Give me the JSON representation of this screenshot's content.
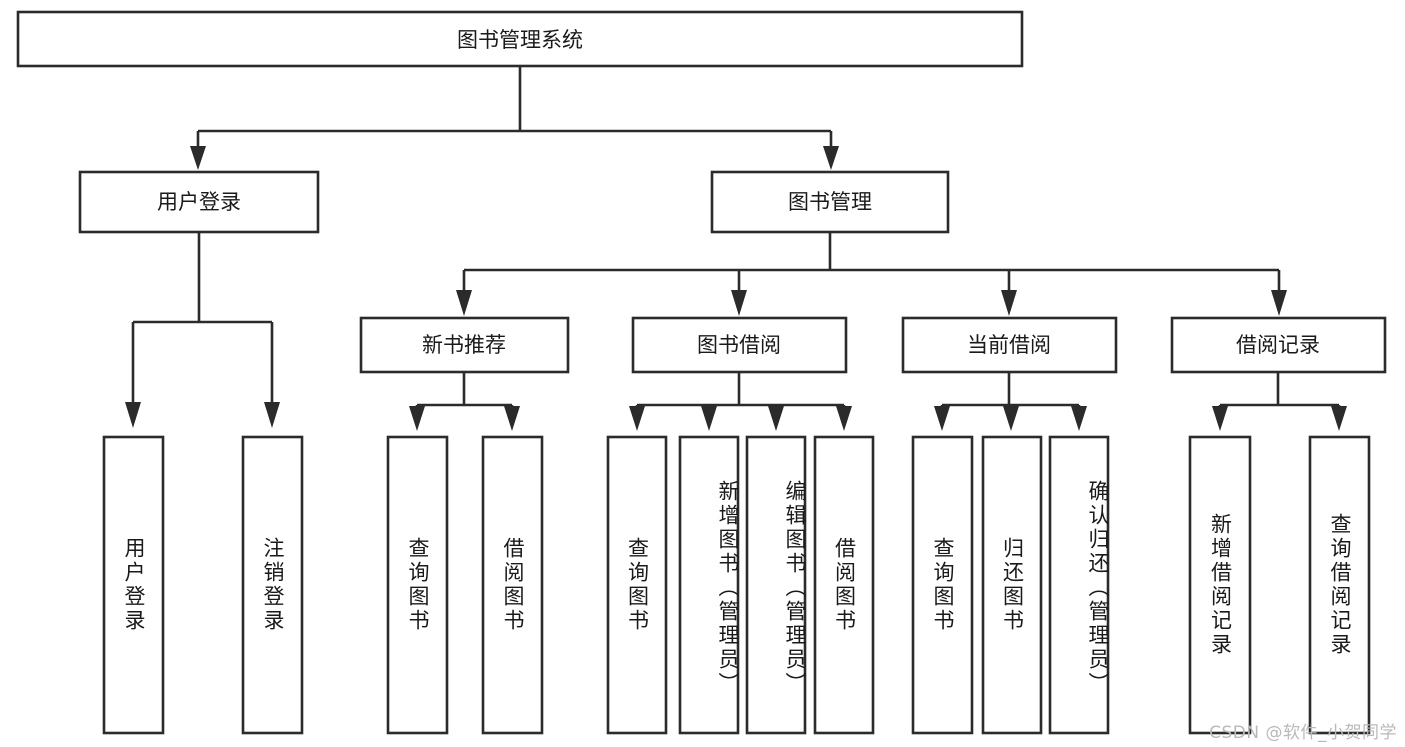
{
  "diagram": {
    "title": "图书管理系统",
    "type": "tree-hierarchy-chart",
    "orientation": "top-down",
    "root": {
      "id": "root",
      "label": "图书管理系统"
    },
    "level2": [
      {
        "id": "user-login",
        "label": "用户登录"
      },
      {
        "id": "book-manage",
        "label": "图书管理"
      }
    ],
    "level3": [
      {
        "id": "new-book-recommend",
        "label": "新书推荐",
        "parent": "book-manage"
      },
      {
        "id": "book-borrow",
        "label": "图书借阅",
        "parent": "book-manage"
      },
      {
        "id": "current-borrow",
        "label": "当前借阅",
        "parent": "book-manage"
      },
      {
        "id": "borrow-record",
        "label": "借阅记录",
        "parent": "book-manage"
      }
    ],
    "leaves": [
      {
        "id": "leaf-user-login",
        "label": "用户登录",
        "parent": "user-login"
      },
      {
        "id": "leaf-logout-login",
        "label": "注销登录",
        "parent": "user-login"
      },
      {
        "id": "leaf-query-book-1",
        "label": "查询图书",
        "parent": "new-book-recommend"
      },
      {
        "id": "leaf-borrow-book-1",
        "label": "借阅图书",
        "parent": "new-book-recommend"
      },
      {
        "id": "leaf-query-book-2",
        "label": "查询图书",
        "parent": "book-borrow"
      },
      {
        "id": "leaf-add-book",
        "label": "新增图书（管理员）",
        "parent": "book-borrow"
      },
      {
        "id": "leaf-edit-book",
        "label": "编辑图书（管理员）",
        "parent": "book-borrow"
      },
      {
        "id": "leaf-borrow-book-2",
        "label": "借阅图书",
        "parent": "book-borrow"
      },
      {
        "id": "leaf-query-book-3",
        "label": "查询图书",
        "parent": "current-borrow"
      },
      {
        "id": "leaf-return-book",
        "label": "归还图书",
        "parent": "current-borrow"
      },
      {
        "id": "leaf-confirm-return",
        "label": "确认归还（管理员）",
        "parent": "current-borrow"
      },
      {
        "id": "leaf-add-record",
        "label": "新增借阅记录",
        "parent": "borrow-record"
      },
      {
        "id": "leaf-query-record",
        "label": "查询借阅记录",
        "parent": "borrow-record"
      }
    ]
  },
  "watermark": {
    "text": "CSDN @软件_小贺同学"
  },
  "colors": {
    "stroke": "#2b2b2b",
    "fill": "#ffffff",
    "text": "#1a1a1a",
    "watermark": "#b9b9b9",
    "background": "#ffffff"
  }
}
